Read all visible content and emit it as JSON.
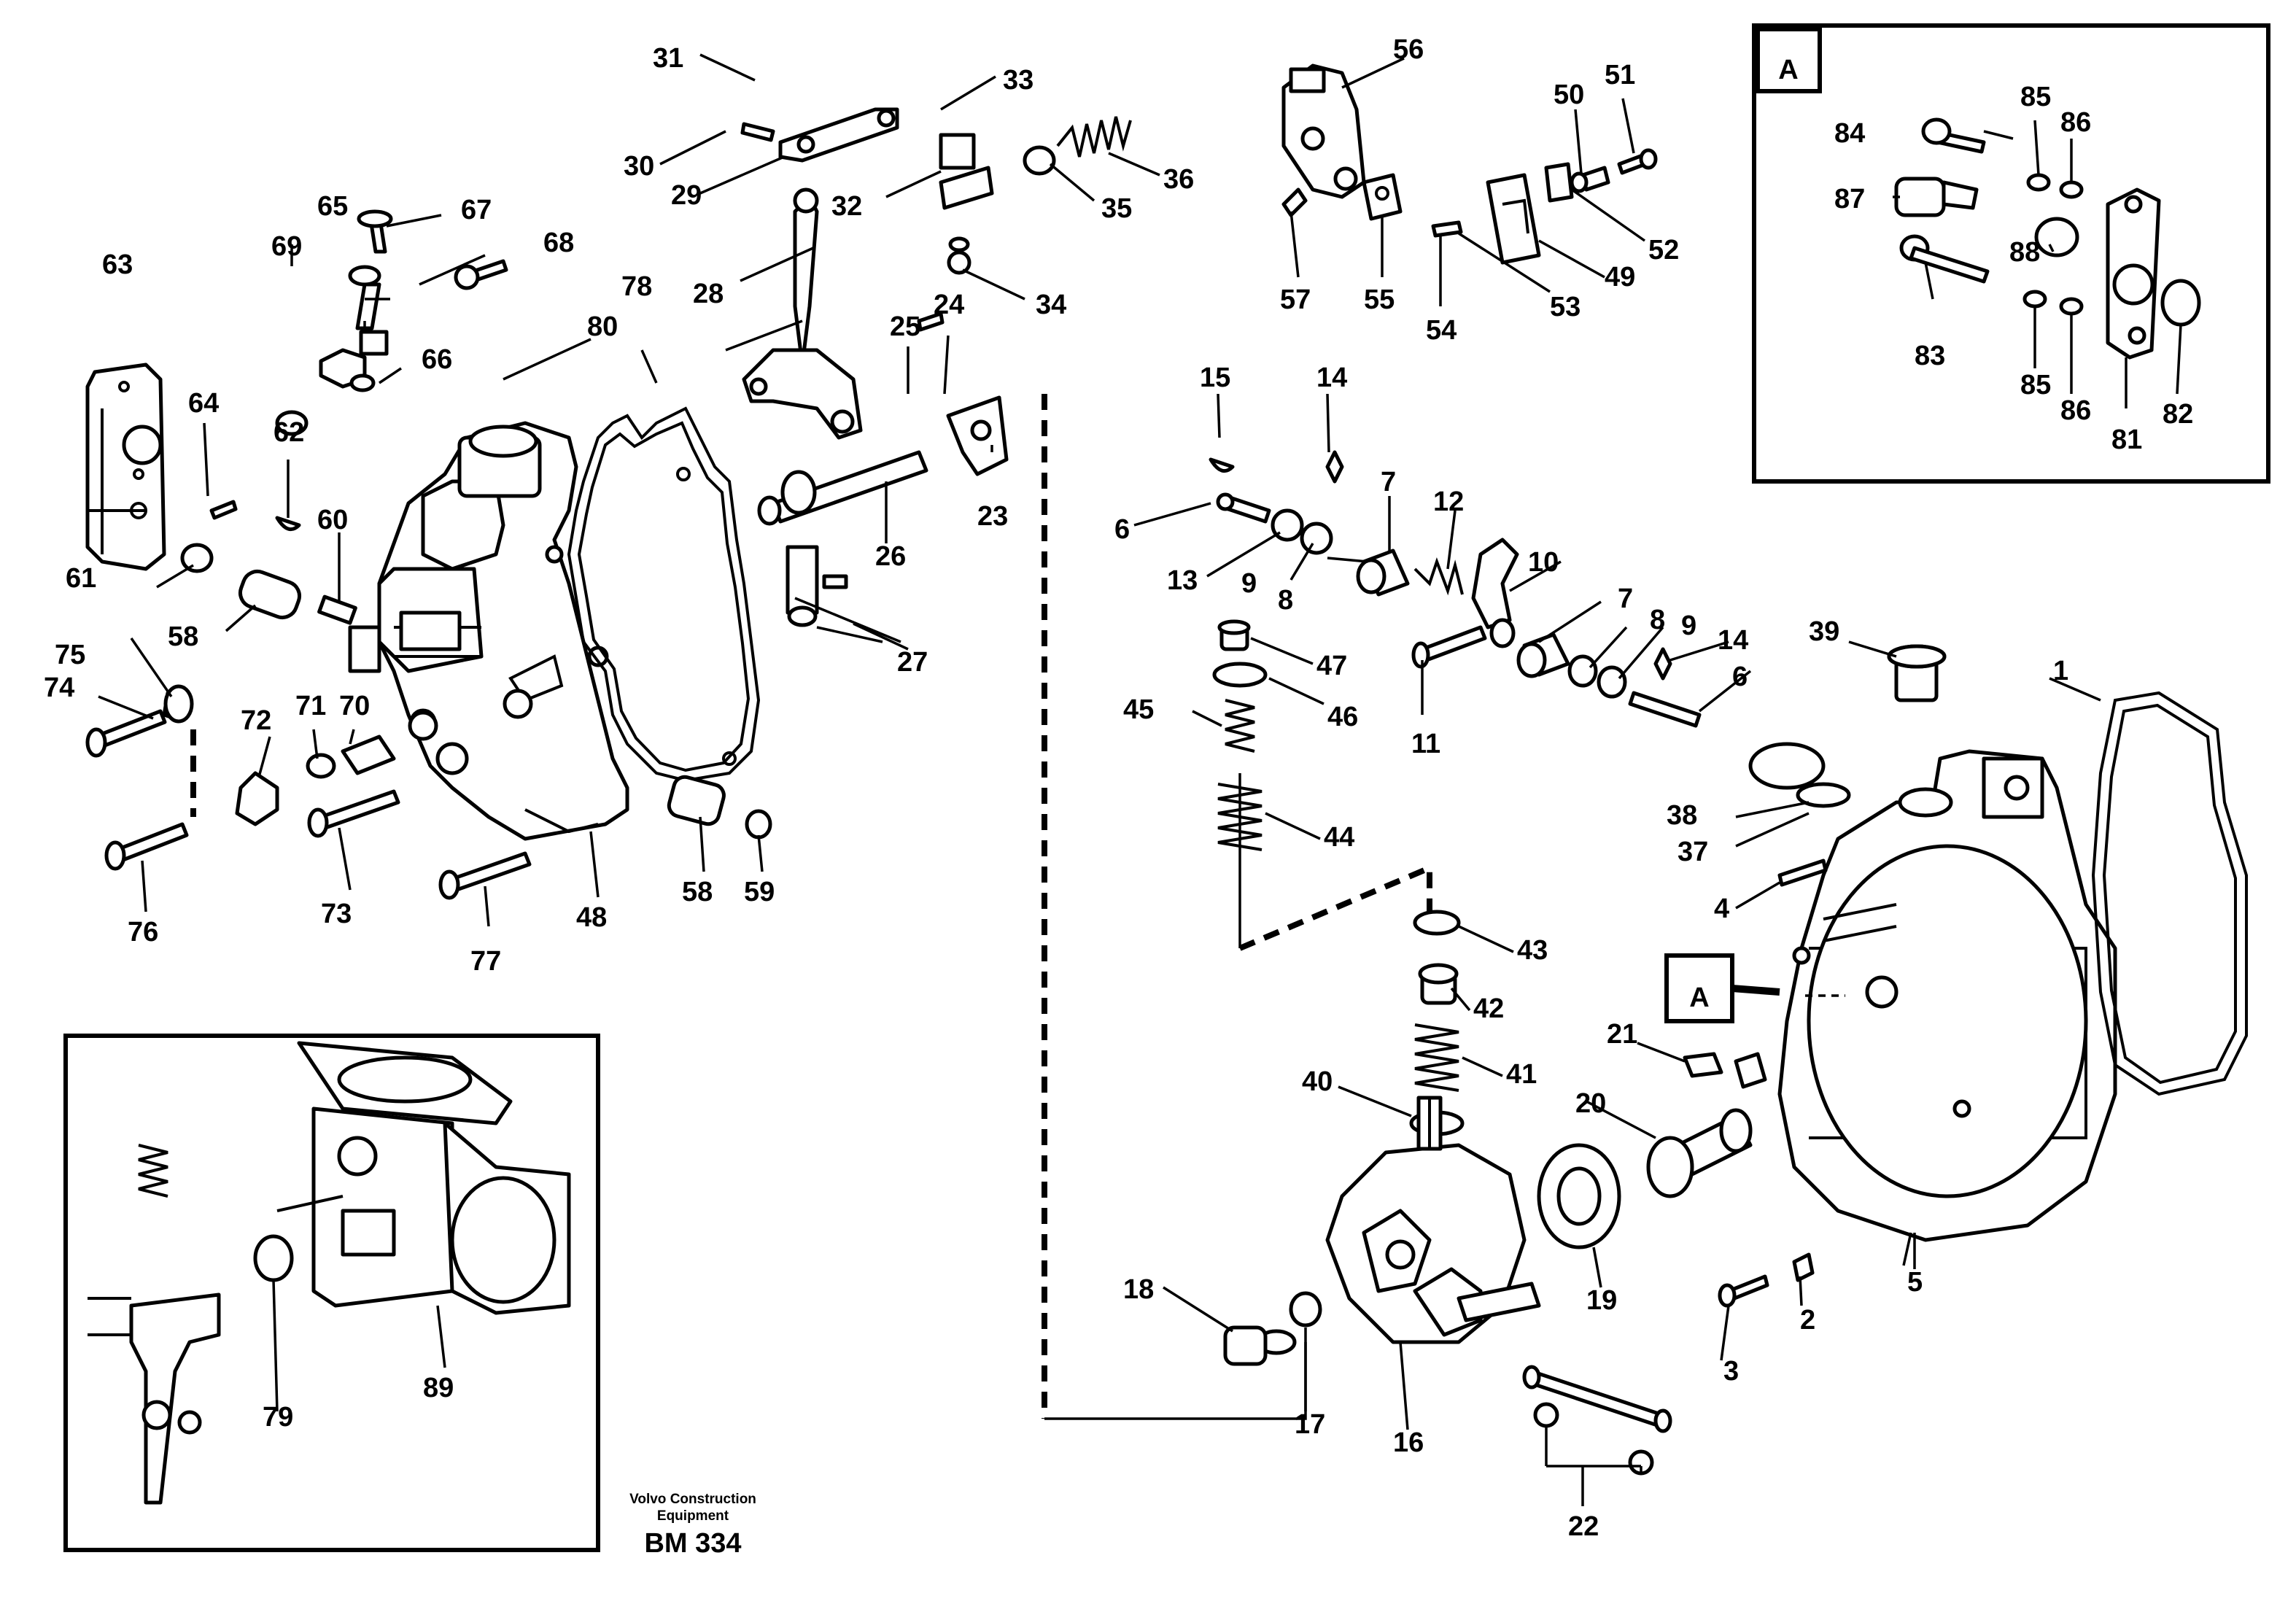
{
  "detail_a_letter": "A",
  "callout_letter": "A",
  "publisher": [
    "Volvo Construction",
    "Equipment"
  ],
  "drawing_code": "BM 334",
  "part_labels": [
    "1",
    "2",
    "3",
    "4",
    "5",
    "6",
    "6",
    "7",
    "7",
    "8",
    "8",
    "9",
    "9",
    "10",
    "11",
    "12",
    "13",
    "14",
    "14",
    "15",
    "16",
    "17",
    "18",
    "19",
    "20",
    "21",
    "22",
    "23",
    "24",
    "25",
    "26",
    "27",
    "28",
    "29",
    "30",
    "31",
    "32",
    "33",
    "34",
    "35",
    "36",
    "37",
    "38",
    "39",
    "40",
    "41",
    "42",
    "43",
    "44",
    "45",
    "46",
    "47",
    "48",
    "49",
    "50",
    "51",
    "52",
    "53",
    "54",
    "55",
    "56",
    "57",
    "58",
    "58",
    "59",
    "60",
    "61",
    "62",
    "63",
    "64",
    "65",
    "66",
    "67",
    "68",
    "69",
    "70",
    "71",
    "72",
    "73",
    "74",
    "75",
    "76",
    "77",
    "78",
    "79",
    "80",
    "81",
    "82",
    "83",
    "84",
    "85",
    "85",
    "86",
    "86",
    "87",
    "88",
    "89"
  ]
}
